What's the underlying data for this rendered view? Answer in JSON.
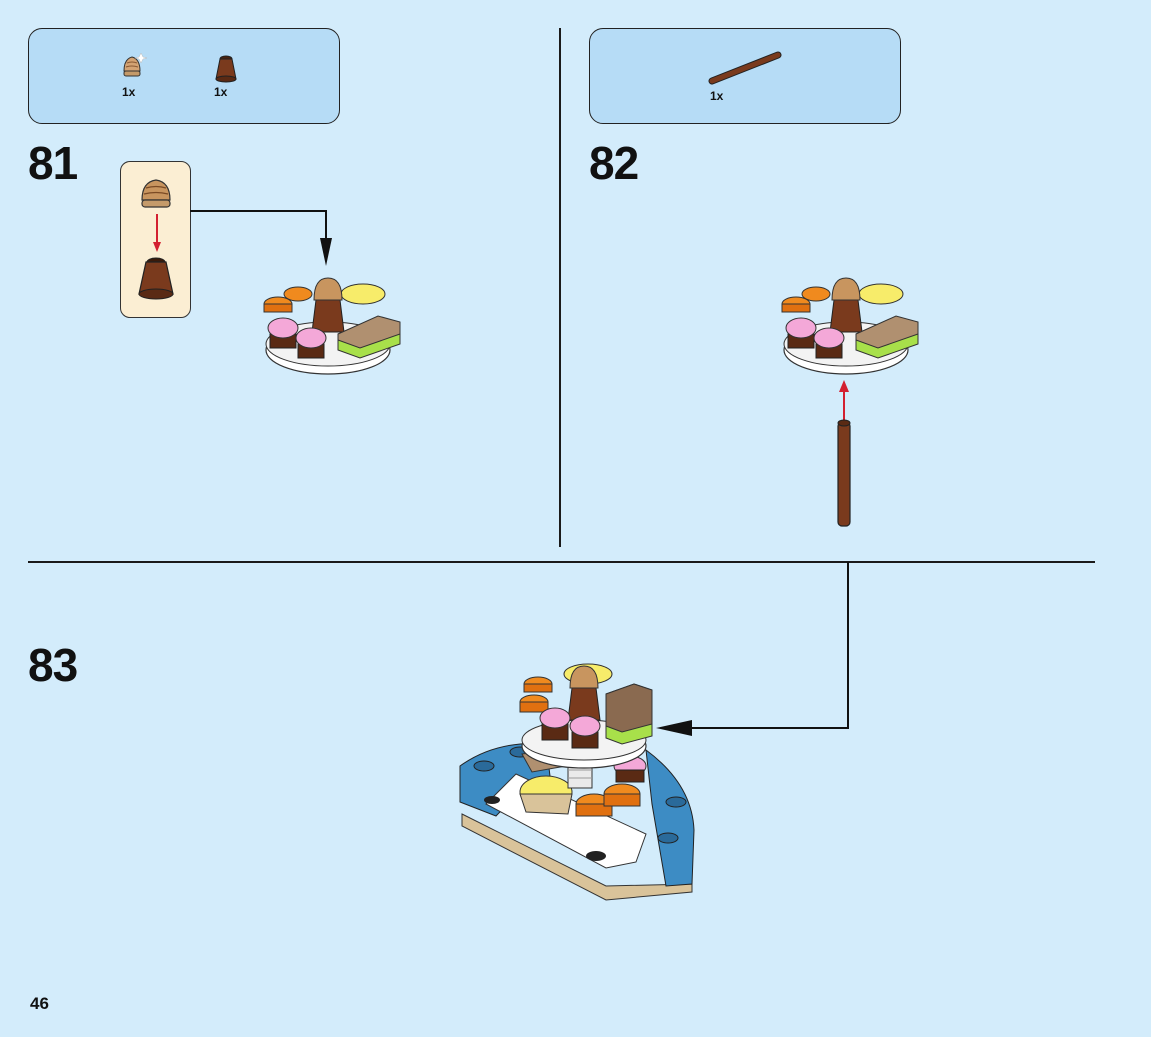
{
  "page": {
    "number": "46",
    "background": "#d3ecfb"
  },
  "colors": {
    "parts_box": "#b6dcf6",
    "callout": "#fbeed3",
    "arrow_red": "#d32030",
    "brown": "#7a3a1d",
    "tan": "#c49a6a",
    "orange": "#f08a1e",
    "pink": "#f4a8d8",
    "yellow": "#f7ec6a",
    "lime": "#a8e04a",
    "blue": "#3d8cc4"
  },
  "steps": [
    {
      "number": "81",
      "parts": [
        {
          "icon": "tan-swirl-cone-icon",
          "qty": "1x"
        },
        {
          "icon": "brown-cone-icon",
          "qty": "1x"
        }
      ]
    },
    {
      "number": "82",
      "parts": [
        {
          "icon": "brown-bar-icon",
          "qty": "1x"
        }
      ]
    },
    {
      "number": "83",
      "parts": []
    }
  ]
}
